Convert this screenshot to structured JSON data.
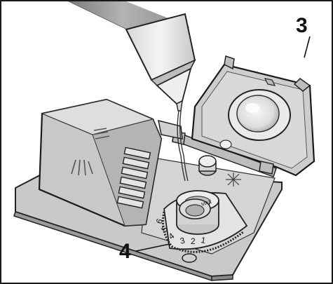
{
  "callouts": {
    "label_3": "3",
    "label_4": "4"
  },
  "dial": {
    "max_label": "MAX",
    "scale": [
      "6",
      "5",
      "4",
      "3",
      "2",
      "1"
    ]
  },
  "colors": {
    "frame": "#1a1a1a",
    "panel_fill": "#cfcfcf",
    "panel_light": "#e6e6e6",
    "panel_dark": "#9a9a9a",
    "outline": "#222222",
    "bottle": "#9c9c9c"
  }
}
